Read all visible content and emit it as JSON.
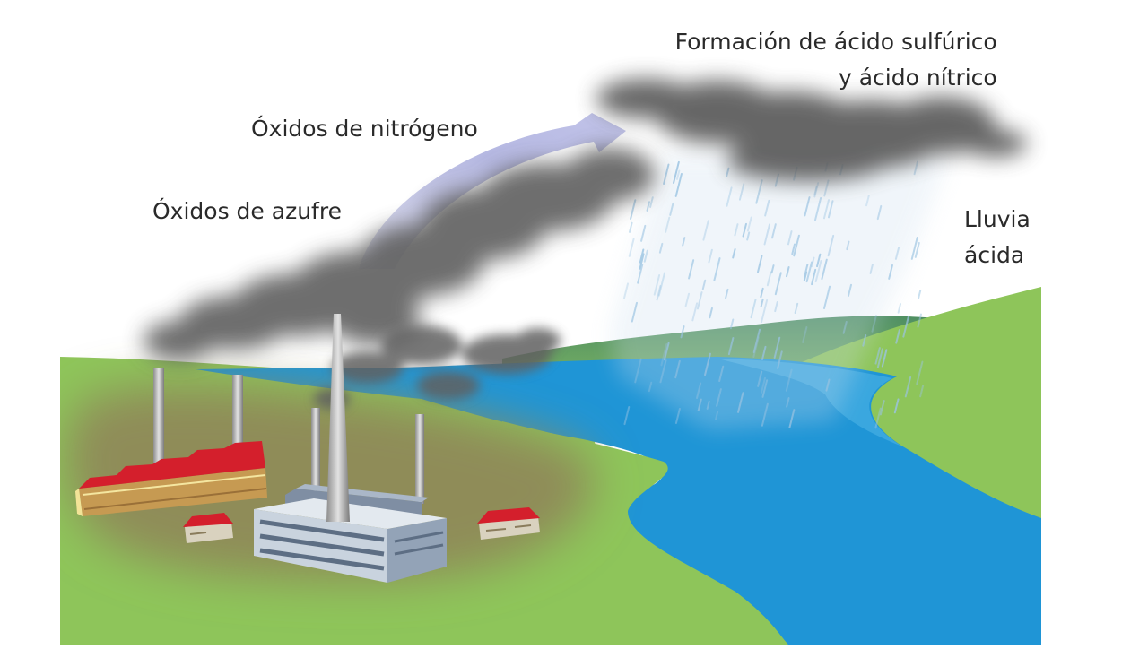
{
  "labels": {
    "nitrogen_oxides": "Óxidos de nitrógeno",
    "sulfur_oxides": "Óxidos de azufre",
    "acid_formation_line1": "Formación de ácido sulfúrico",
    "acid_formation_line2": "y ácido nítrico",
    "acid_rain_line1": "Lluvia",
    "acid_rain_line2": "ácida"
  },
  "colors": {
    "land": "#8ec55a",
    "polluted_land": "#8f8c58",
    "water": "#1f95d6",
    "smoke": "#5c5c5c",
    "rain": "#9cc4e2",
    "roof": "#d41f2c",
    "arrow": "#b7b9e3"
  }
}
